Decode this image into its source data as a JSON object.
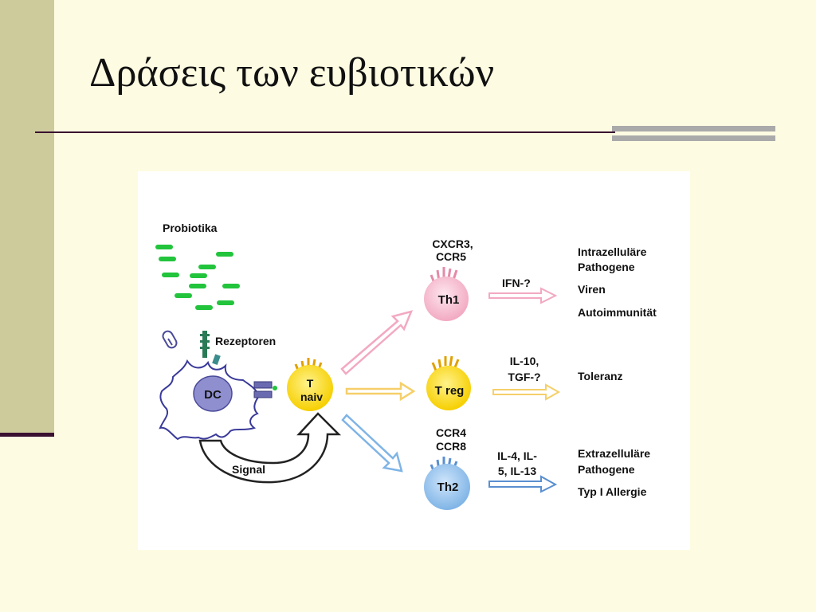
{
  "slide": {
    "title": "Δράσεις των ευβιοτικών"
  },
  "diagram": {
    "probiotics_label": "Probiotika",
    "receptors_label": "Rezeptoren",
    "dc_label": "DC",
    "signal_label": "Signal",
    "t_naive_line1": "T",
    "t_naive_line2": "naiv",
    "th1": {
      "markers_line1": "CXCR3,",
      "markers_line2": "CCR5",
      "label": "Th1",
      "cytokine": "IFN-?",
      "effects": [
        "Intrazelluläre",
        "Pathogene",
        "Viren",
        "Autoimmunität"
      ]
    },
    "treg": {
      "label": "T reg",
      "cytokine_line1": "IL-10,",
      "cytokine_line2": "TGF-?",
      "effects": [
        "Toleranz"
      ]
    },
    "th2": {
      "markers_line1": "CCR4",
      "markers_line2": "CCR8",
      "label": "Th2",
      "cytokine_line1": "IL-4, IL-",
      "cytokine_line2": "5, IL-13",
      "effects": [
        "Extrazelluläre",
        "Pathogene",
        "Typ I Allergie"
      ]
    },
    "colors": {
      "th1": "#f7c6d4",
      "treg": "#ffe033",
      "th2": "#9ec9ef",
      "dc": "#8f8fcf",
      "bacteria": "#22c43c"
    }
  }
}
